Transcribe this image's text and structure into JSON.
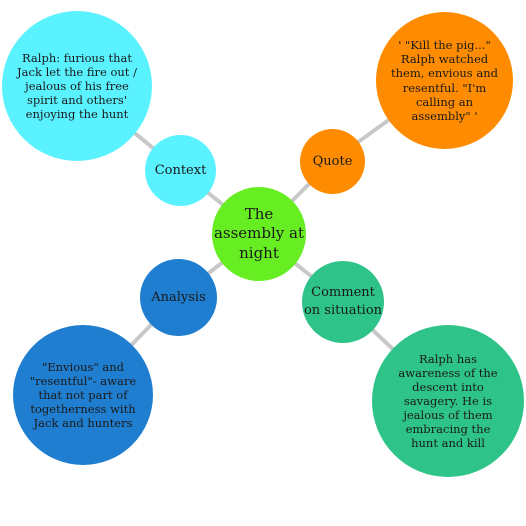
{
  "colors": {
    "center": "#66ee22",
    "context": "#5af2ff",
    "quote": "#ff8c00",
    "analysis": "#1f7ecf",
    "comment": "#2ec489",
    "connector": "#c8c8c8"
  },
  "center": {
    "label": "The assembly at night"
  },
  "context": {
    "label": "Context",
    "detail": "Ralph: furious that Jack let the fire out / jealous of his free spirit and others' enjoying the hunt"
  },
  "quote": {
    "label": "Quote",
    "detail": "' \"Kill the pig...\" Ralph watched them, envious and resentful. \"I'm calling an assembly\" '"
  },
  "analysis": {
    "label": "Analysis",
    "detail": "\"Envious\" and \"resentful\"- aware that not part of togetherness with Jack and hunters"
  },
  "comment": {
    "label": "Comment on situation",
    "detail": "Ralph has awareness of the descent into savagery. He is jealous of them embracing the hunt and kill"
  }
}
